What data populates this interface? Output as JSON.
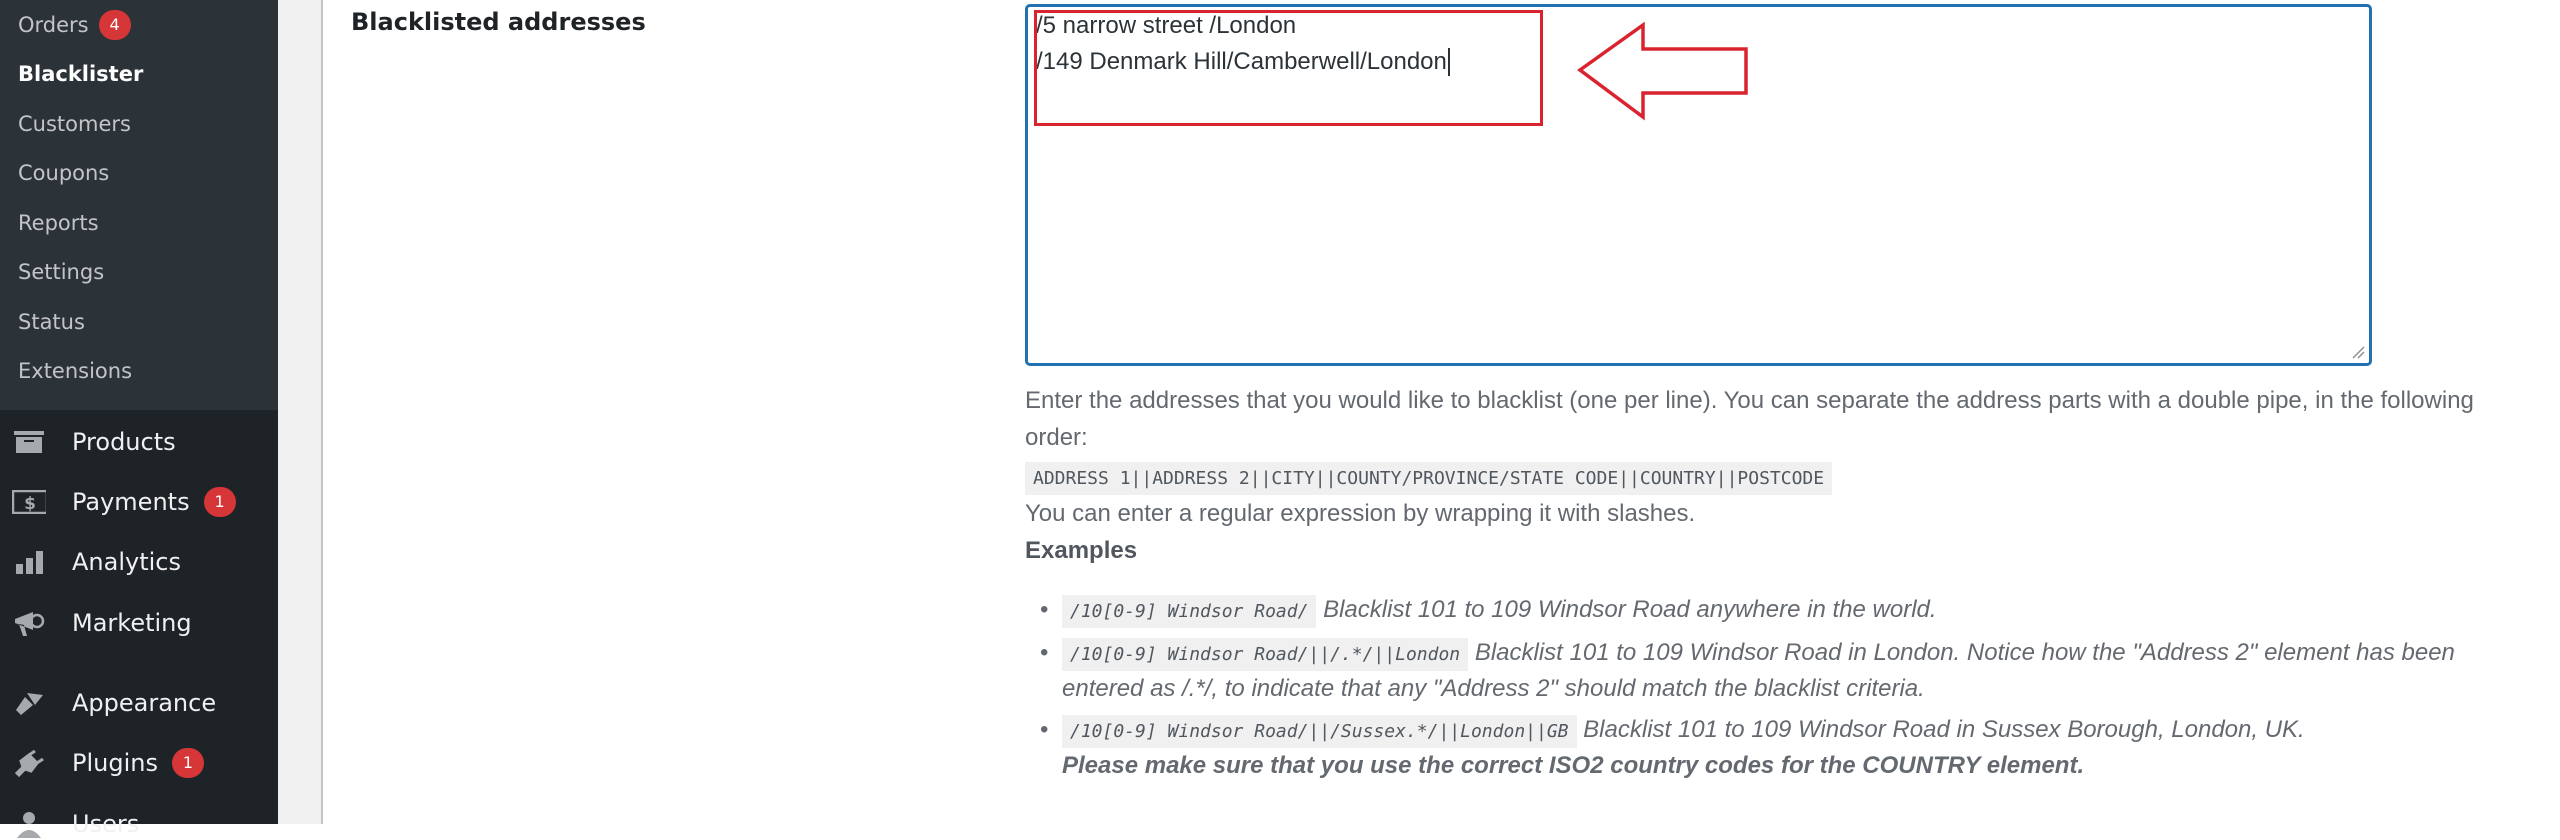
{
  "sidebar": {
    "submenu": [
      {
        "label": "Orders",
        "badge": "4"
      },
      {
        "label": "Blacklister",
        "current": true
      },
      {
        "label": "Customers"
      },
      {
        "label": "Coupons"
      },
      {
        "label": "Reports"
      },
      {
        "label": "Settings"
      },
      {
        "label": "Status"
      },
      {
        "label": "Extensions"
      }
    ],
    "menu": [
      {
        "label": "Products",
        "icon": "archive-icon"
      },
      {
        "label": "Payments",
        "icon": "dollar-icon",
        "badge": "1"
      },
      {
        "label": "Analytics",
        "icon": "bar-chart-icon"
      },
      {
        "label": "Marketing",
        "icon": "megaphone-icon"
      },
      {
        "label": "Appearance",
        "icon": "paintbrush-icon"
      },
      {
        "label": "Plugins",
        "icon": "plugin-icon",
        "badge": "1"
      },
      {
        "label": "Users",
        "icon": "user-icon"
      }
    ]
  },
  "field": {
    "label": "Blacklisted addresses",
    "lines": [
      "/5 narrow street /London",
      "/149 Denmark Hill/Camberwell/London"
    ],
    "desc1": "Enter the addresses that you would like to blacklist (one per line). You can separate the address parts with a double pipe, in the following order:",
    "format": "ADDRESS 1||ADDRESS 2||CITY||COUNTY/PROVINCE/STATE CODE||COUNTRY||POSTCODE",
    "desc2": "You can enter a regular expression by wrapping it with slashes.",
    "examples_title": "Examples",
    "examples": [
      {
        "code": "/10[0-9] Windsor Road/",
        "text": "Blacklist 101 to 109 Windsor Road anywhere in the world."
      },
      {
        "code": "/10[0-9] Windsor Road/||/.*/||London",
        "text": "Blacklist 101 to 109 Windsor Road in London. Notice how the \"Address 2\" element has been entered as /.*/, to indicate that any \"Address 2\" should match the blacklist criteria."
      },
      {
        "code": "/10[0-9] Windsor Road/||/Sussex.*/||London||GB",
        "text": "Blacklist 101 to 109 Windsor Road in Sussex Borough, London, UK.",
        "note": "Please make sure that you use the correct ISO2 country codes for the COUNTRY element."
      }
    ]
  },
  "colors": {
    "annotation": "#d9232e",
    "focus": "#2271b1",
    "badge": "#d63638"
  }
}
